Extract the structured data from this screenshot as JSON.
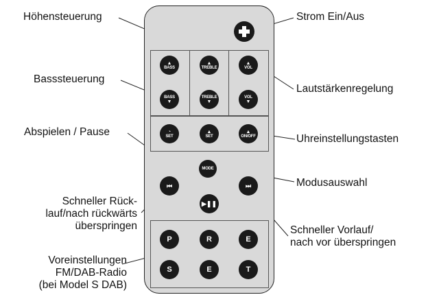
{
  "labels": {
    "hoehen": "Höhensteuerung",
    "strom": "Strom Ein/Aus",
    "bass": "Basssteuerung",
    "laut": "Lautstärkenregelung",
    "abspielen": "Abspielen / Pause",
    "uhr": "Uhreinstellungstasten",
    "modus": "Modusauswahl",
    "ruecklauf_1": "Schneller Rück-",
    "ruecklauf_2": "lauf/nach rückwärts",
    "ruecklauf_3": "überspringen",
    "vorlauf_1": "Schneller Vorlauf/",
    "vorlauf_2": "nach vor überspringen",
    "vorein_1": "Voreinstellungen",
    "vorein_2": "FM/DAB-Radio",
    "vorein_3": "(bei Model S DAB)"
  },
  "buttons": {
    "bass": "BASS",
    "treble": "TREBLE",
    "vol": "VOL",
    "set": "SET",
    "onoff": "ON/OFF",
    "mode": "MODE",
    "preset_letters": [
      "P",
      "R",
      "E",
      "S",
      "E",
      "T"
    ]
  }
}
